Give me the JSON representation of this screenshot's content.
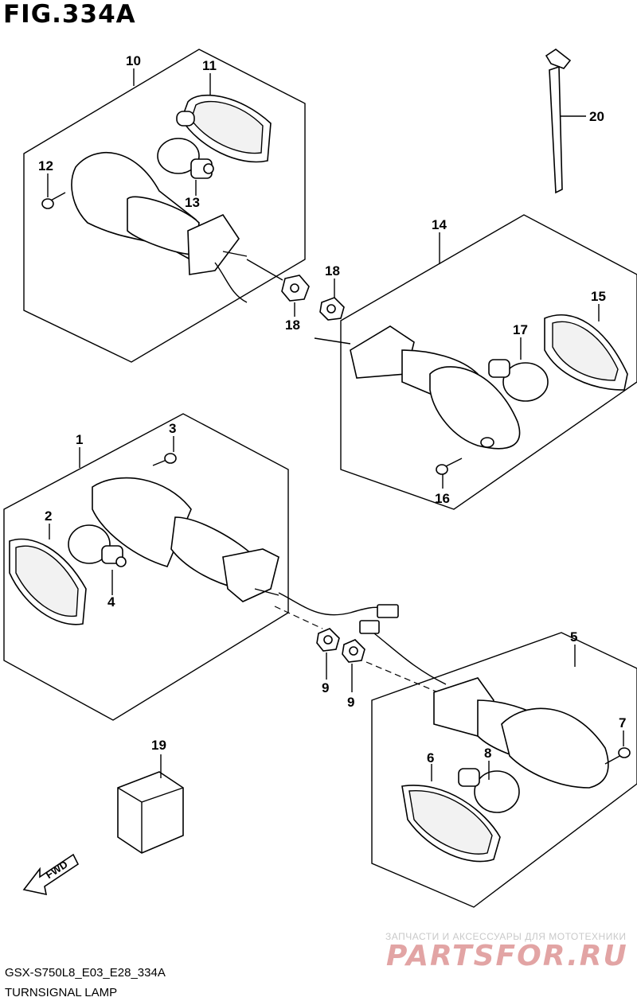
{
  "header": {
    "figure_title": "FIG.334A"
  },
  "footer": {
    "drawing_code": "GSX-S750L8_E03_E28_334A",
    "description": "TURNSIGNAL LAMP"
  },
  "watermark": {
    "caption": "ЗАПЧАСТИ И АКСЕССУАРЫ ДЛЯ МОТОТЕХНИКИ",
    "logo": "PARTSFOR.RU"
  },
  "direction_arrow": {
    "label": "FWD"
  },
  "callouts": {
    "c1": "1",
    "c2": "2",
    "c3": "3",
    "c4": "4",
    "c5": "5",
    "c6": "6",
    "c7": "7",
    "c8": "8",
    "c9a": "9",
    "c9b": "9",
    "c10": "10",
    "c11": "11",
    "c12": "12",
    "c13": "13",
    "c14": "14",
    "c15": "15",
    "c16": "16",
    "c17": "17",
    "c18a": "18",
    "c18b": "18",
    "c19": "19",
    "c20": "20"
  }
}
